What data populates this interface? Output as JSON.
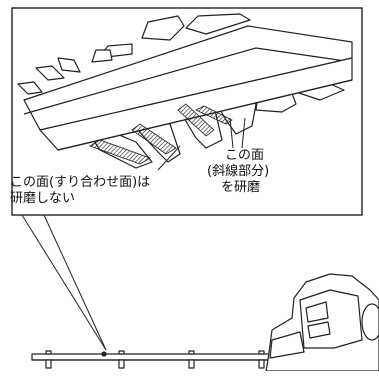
{
  "callouts": {
    "contact_face_line1": "この面(すり合わせ面)は",
    "contact_face_line2": "研磨しない",
    "bevel_face_line1": "この面",
    "bevel_face_line2": "(斜線部分)",
    "bevel_face_line3": "を研磨"
  }
}
